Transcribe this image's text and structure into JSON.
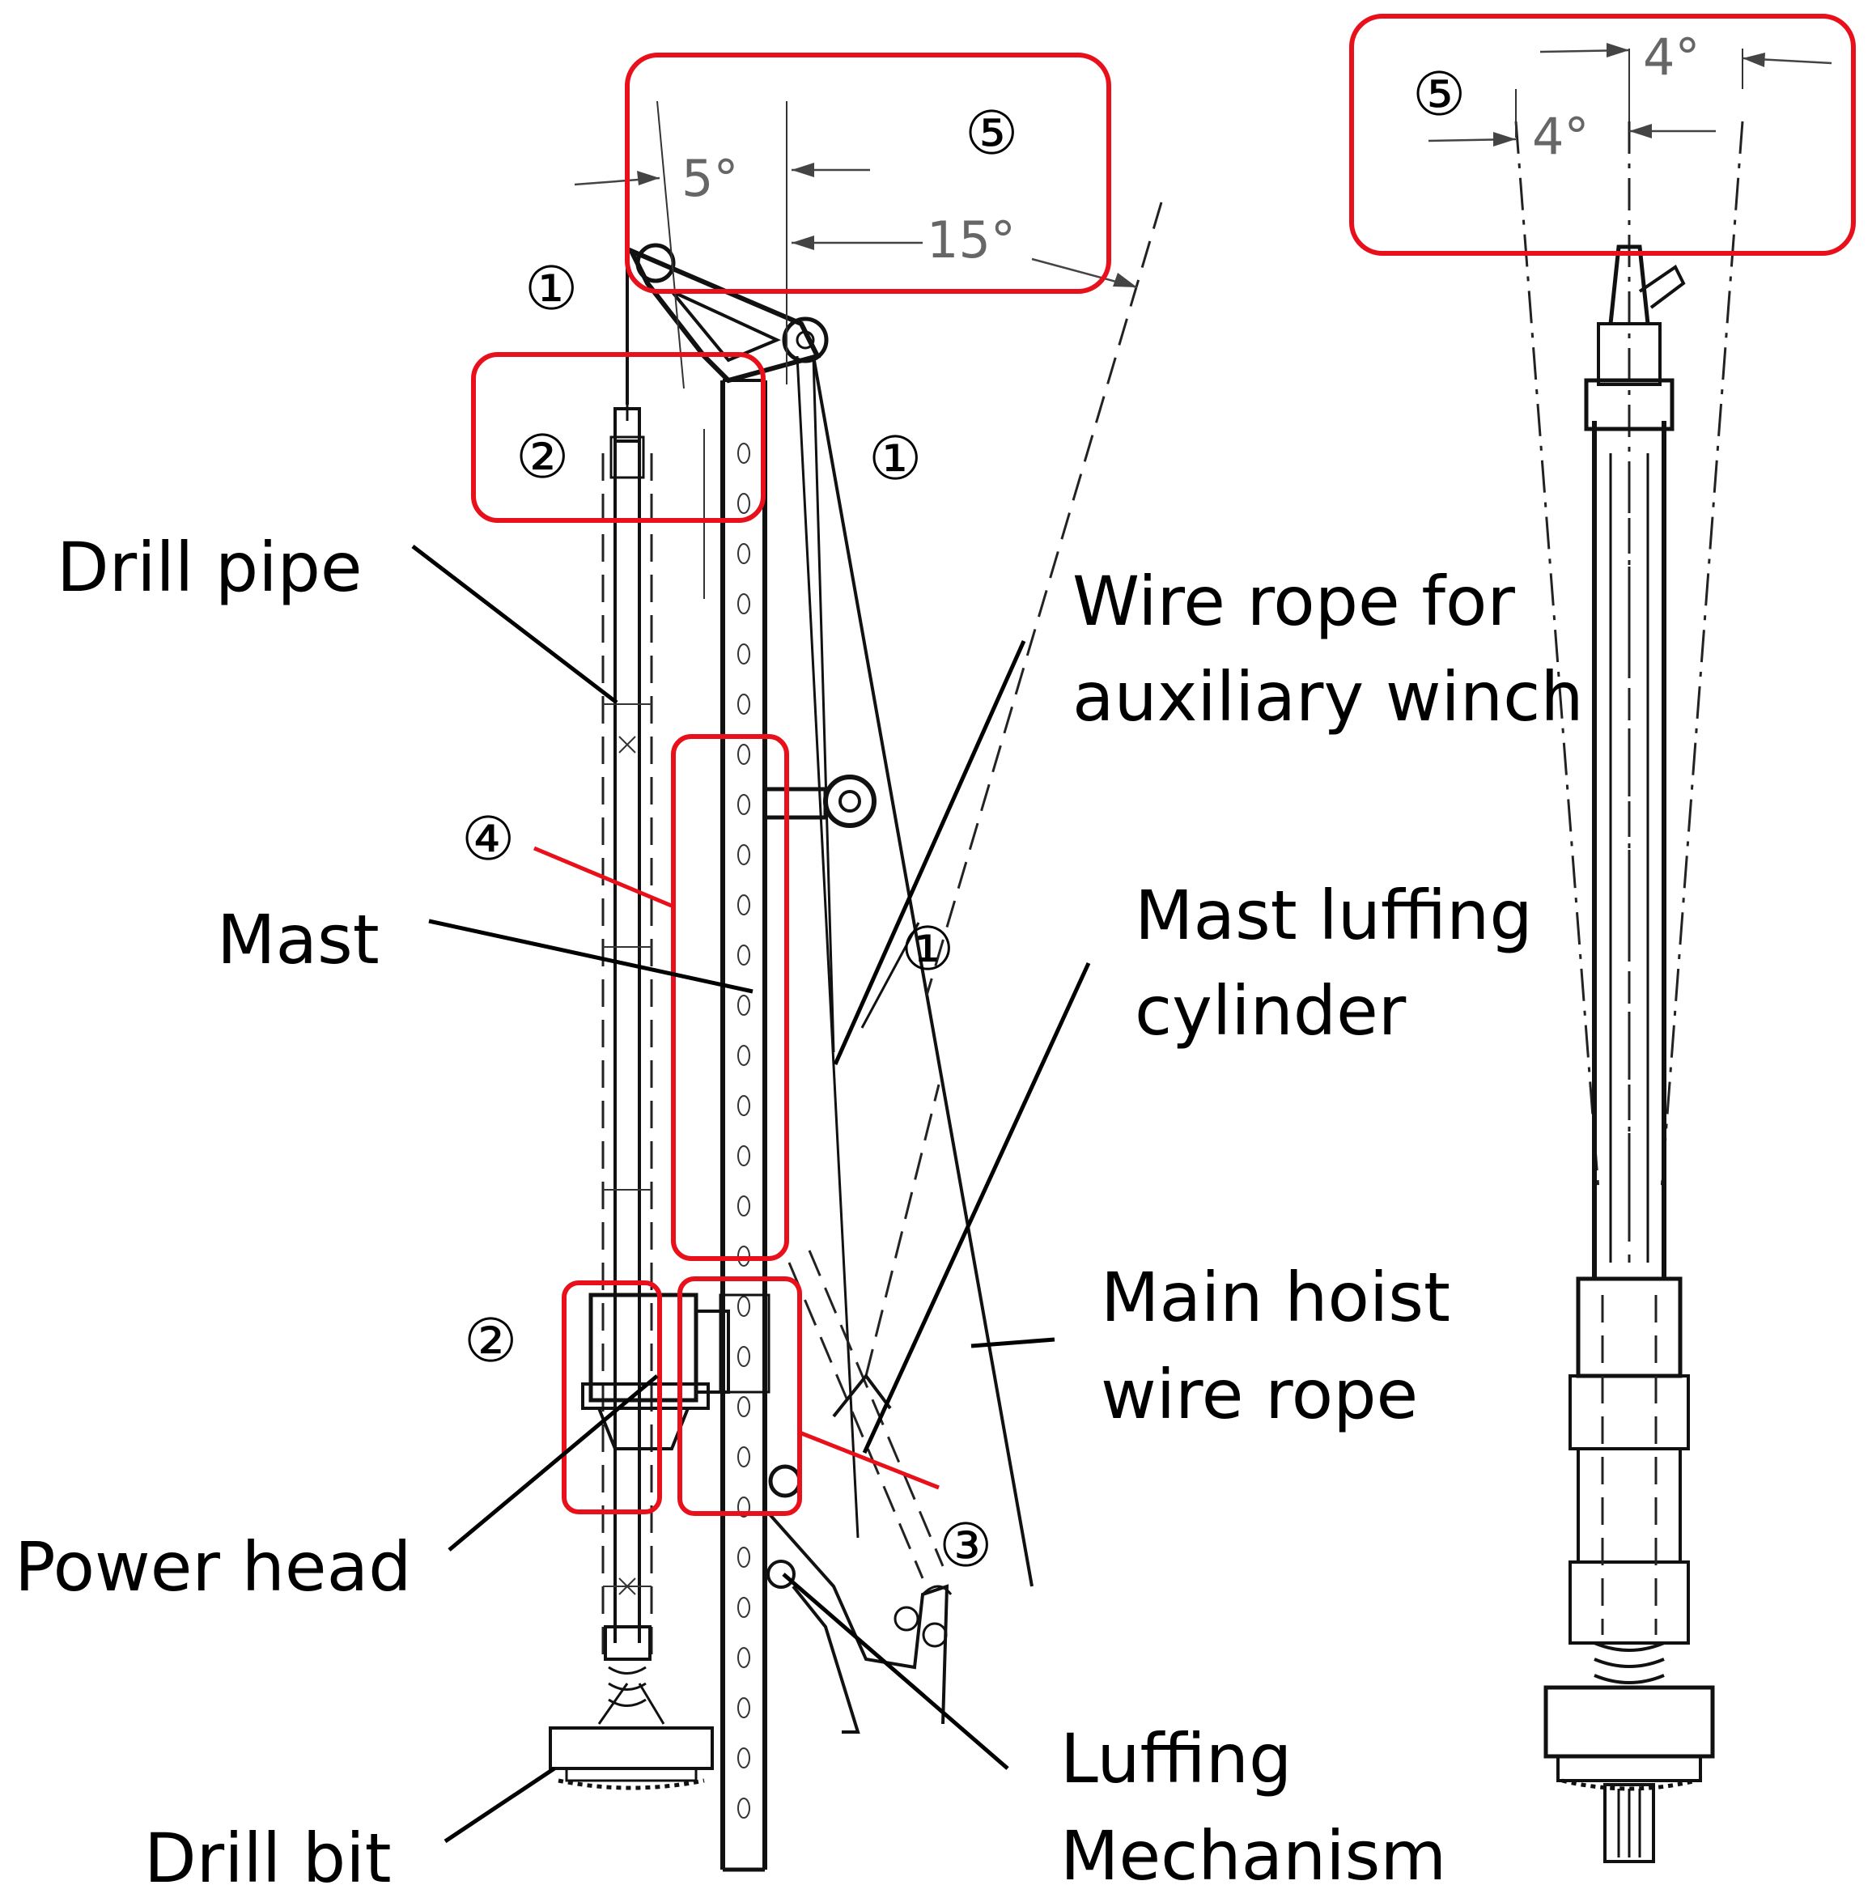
{
  "labels": {
    "drill_pipe": "Drill pipe",
    "mast": "Mast",
    "power_head": "Power head",
    "drill_bit": "Drill bit",
    "wire_rope_line1": "Wire rope for",
    "wire_rope_line2": "auxiliary winch",
    "mast_luffing_line1": "Mast luffing",
    "mast_luffing_line2": "cylinder",
    "main_hoist_line1": "Main hoist",
    "main_hoist_line2": "wire rope",
    "luffing_line1": "Luffing",
    "luffing_line2": "Mechanism"
  },
  "markers": {
    "one": "①",
    "two": "②",
    "three": "③",
    "four": "④",
    "five": "⑤"
  },
  "angles": {
    "side_left": "5°",
    "side_total": "15°",
    "front_a": "4°",
    "front_b": "4°"
  },
  "colors": {
    "highlight": "#e8101a",
    "line": "#000000",
    "drawing": "#111111",
    "angle_text": "#666666"
  }
}
